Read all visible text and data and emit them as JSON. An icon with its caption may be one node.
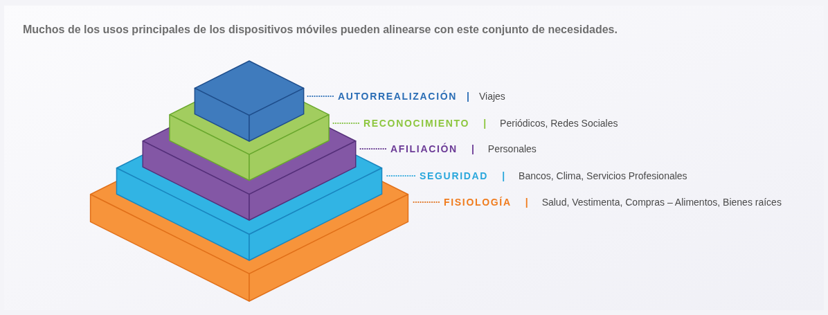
{
  "diagram": {
    "title": "Muchos de los usos principales de los dispositivos móviles pueden alinearse con este conjunto de necesidades.",
    "nodes": [
      {
        "text": [],
        "shape": "box"
      },
      {
        "text": [],
        "shape": "box"
      },
      {
        "text": [],
        "shape": "box"
      },
      {
        "text": [],
        "shape": "box"
      },
      {
        "text": [],
        "shape": "box"
      },
      {
        "text": [
          "AUTORREALIZACIÓN",
          "|",
          "Viajes"
        ]
      },
      {
        "text": [
          "RECONOCIMIENTO",
          "|",
          "Periódicos, Redes Sociales"
        ]
      },
      {
        "text": [
          "AFILIACIÓN",
          "|",
          "Personales"
        ]
      },
      {
        "text": [
          "SEGURIDAD",
          "|",
          "Bancos, Clima, Servicios Profesionales"
        ]
      },
      {
        "text": [
          "FISIOLOGÍA",
          "|",
          "Salud, Vestimenta, Compras – Alimentos, Bienes raíces"
        ]
      }
    ],
    "edges": [
      {
        "from": 5,
        "to": 0,
        "arrow": "none",
        "color": "#2a6db5"
      },
      {
        "from": 6,
        "to": 1,
        "arrow": "none",
        "color": "#7fbf3a"
      },
      {
        "from": 7,
        "to": 2,
        "arrow": "none",
        "color": "#5e2f8a"
      },
      {
        "from": 8,
        "to": 3,
        "arrow": "none",
        "color": "#2aa7dc"
      },
      {
        "from": 9,
        "to": 4,
        "arrow": "none",
        "color": "#e0701a"
      }
    ]
  }
}
